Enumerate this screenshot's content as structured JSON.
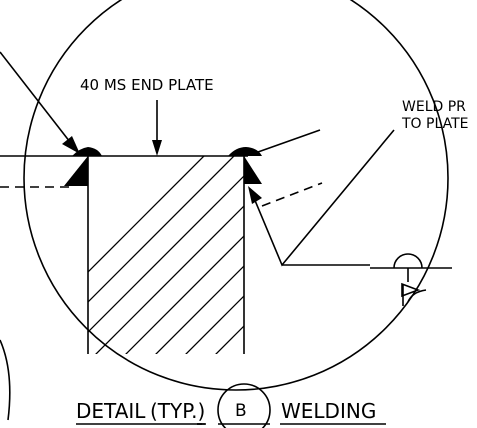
{
  "drawing": {
    "labels": {
      "end_plate": "40 MS END PLATE",
      "weld_note_line1": "WELD PR",
      "weld_note_line2": "TO PLATE"
    },
    "title": {
      "prefix": "DETAIL",
      "type_note": "(TYP.)",
      "detail_id": "B",
      "suffix": "WELDING"
    }
  }
}
